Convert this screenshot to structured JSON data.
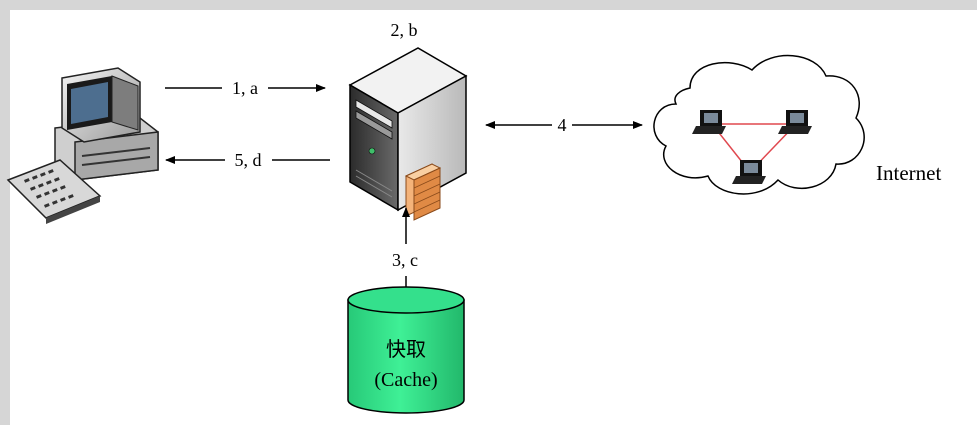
{
  "labels": {
    "arrow_1a": "1, a",
    "arrow_5d": "5, d",
    "server": "2, b",
    "arrow_3c": "3, c",
    "arrow_4": "4",
    "internet": "Internet"
  },
  "cache": {
    "line1": "快取",
    "line2": "(Cache)",
    "color": "#2fdd86"
  },
  "colors": {
    "network_link": "#e0484f",
    "background": "#d6d6d6"
  }
}
